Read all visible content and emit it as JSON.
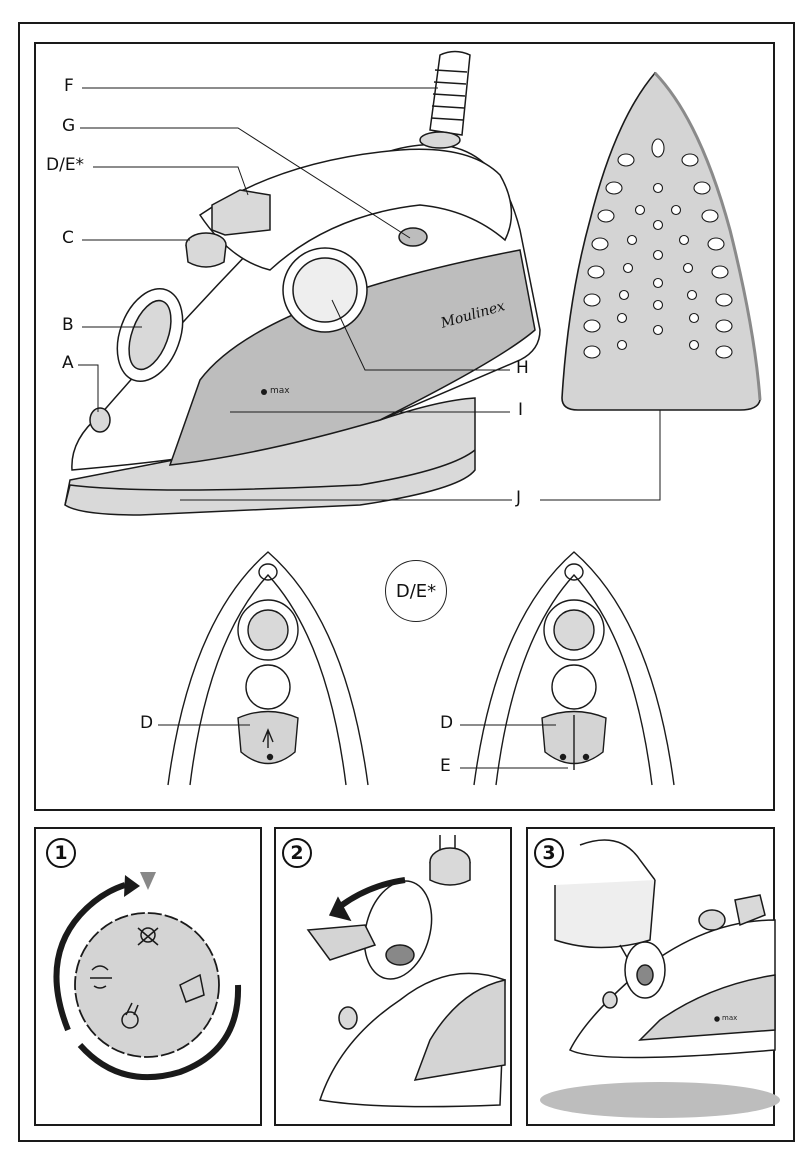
{
  "labels": {
    "F": "F",
    "G": "G",
    "DE": "D/E*",
    "C": "C",
    "B": "B",
    "A": "A",
    "H": "H",
    "I": "I",
    "J": "J",
    "D1": "D",
    "D2": "D",
    "E": "E"
  },
  "brand": "Moulinex",
  "max_mark": "max",
  "de_badge": "D/E*",
  "steps": [
    "1",
    "2",
    "3"
  ],
  "colors": {
    "line": "#1a1a1a",
    "panel_gray": "#bdbdbd",
    "light_gray": "#d9d9d9",
    "steel": "#9a9a9a"
  }
}
